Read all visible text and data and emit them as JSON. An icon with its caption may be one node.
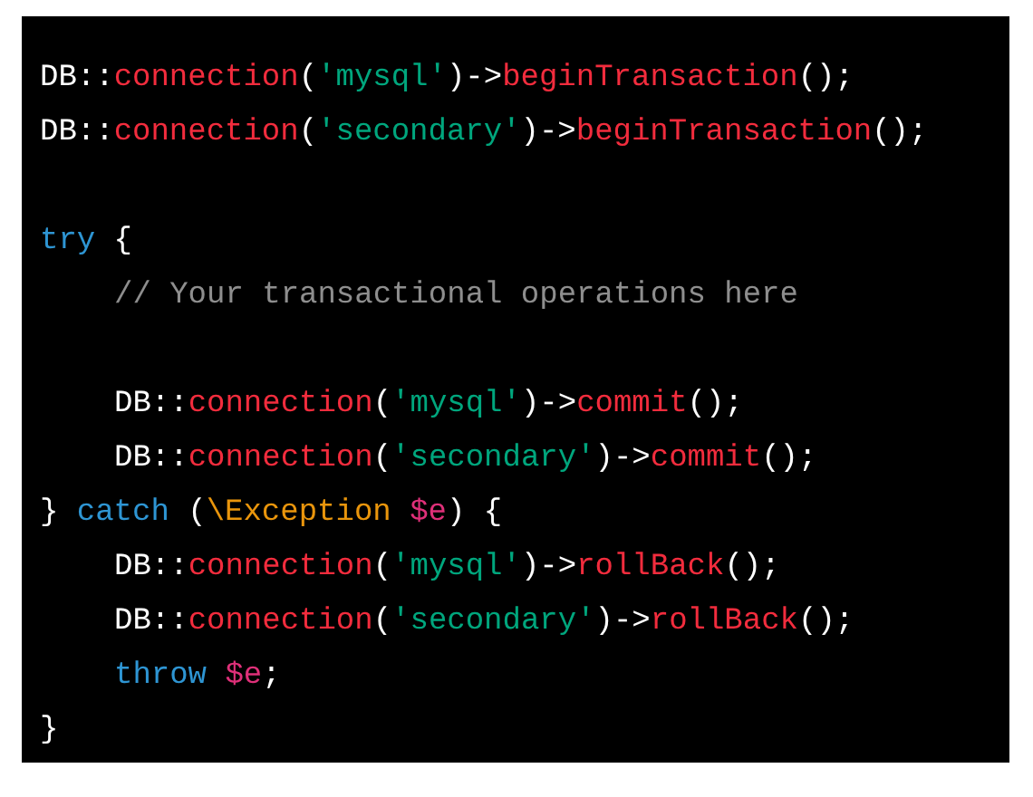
{
  "diagram": {
    "labels": [
      "DB::connection('mysql')->beginTransaction();",
      "DB::connection('secondary')->beginTransaction();",
      "try {",
      "// Your transactional operations here",
      "DB::connection('mysql')->commit();",
      "DB::connection('secondary')->commit();",
      "} catch (\\Exception $e) {",
      "DB::connection('mysql')->rollBack();",
      "DB::connection('secondary')->rollBack();",
      "throw $e;",
      "}"
    ]
  }
}
